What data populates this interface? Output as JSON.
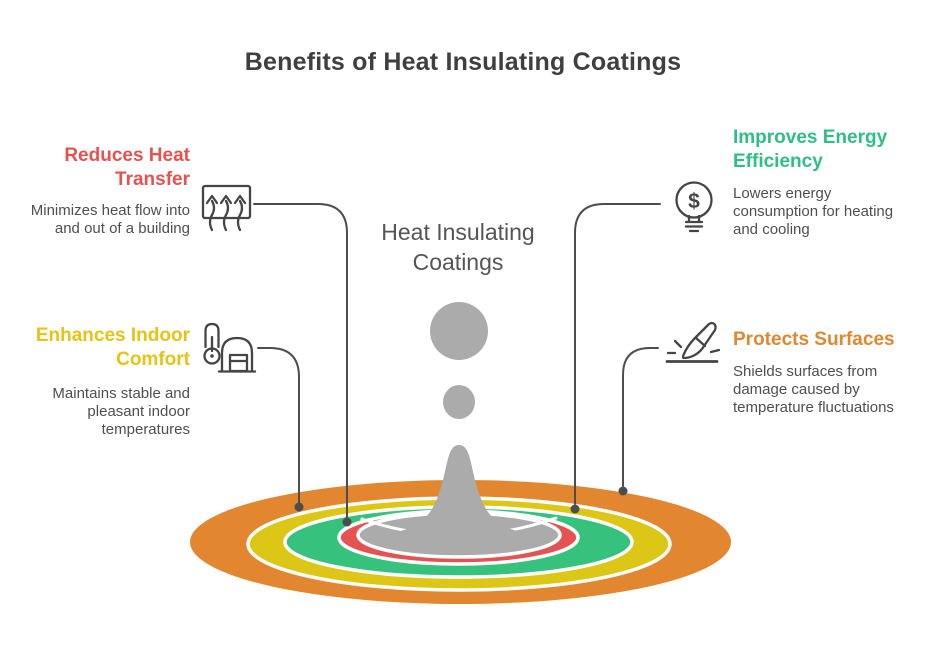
{
  "title": "Benefits of Heat Insulating Coatings",
  "center_label": "Heat Insulating Coatings",
  "benefits": [
    {
      "heading": "Reduces Heat Transfer",
      "description": "Minimizes heat flow into and out of a building",
      "color": "#e4534f",
      "icon": "heat-transfer-icon",
      "position": "top-left"
    },
    {
      "heading": "Improves Energy Efficiency",
      "description": "Lowers energy consumption for heating and cooling",
      "color": "#2fbe86",
      "icon": "energy-bulb-icon",
      "position": "top-right"
    },
    {
      "heading": "Enhances Indoor Comfort",
      "description": "Maintains stable and pleasant indoor temperatures",
      "color": "#e5c414",
      "icon": "thermometer-comfort-icon",
      "position": "bottom-left"
    },
    {
      "heading": "Protects Surfaces",
      "description": "Shields surfaces from damage caused by temperature fluctuations",
      "color": "#e2872f",
      "icon": "surface-protection-icon",
      "position": "bottom-right"
    }
  ],
  "icons": {
    "dollar_sign": "$"
  },
  "ripple": {
    "rings": [
      {
        "name": "orange-ring",
        "color": "#e2872f"
      },
      {
        "name": "yellow-ring",
        "color": "#dcc716"
      },
      {
        "name": "green-ring",
        "color": "#36c17d"
      },
      {
        "name": "red-ring",
        "color": "#e55252"
      },
      {
        "name": "center-pool",
        "color": "#ababab"
      }
    ],
    "splash_color": "#ababab"
  },
  "colors": {
    "title_text": "#3f3f3f",
    "body_text": "#4f4f4f",
    "center_text": "#555555",
    "connector_line": "#4d4d4d",
    "icon_stroke": "#454545",
    "background": "#ffffff"
  }
}
